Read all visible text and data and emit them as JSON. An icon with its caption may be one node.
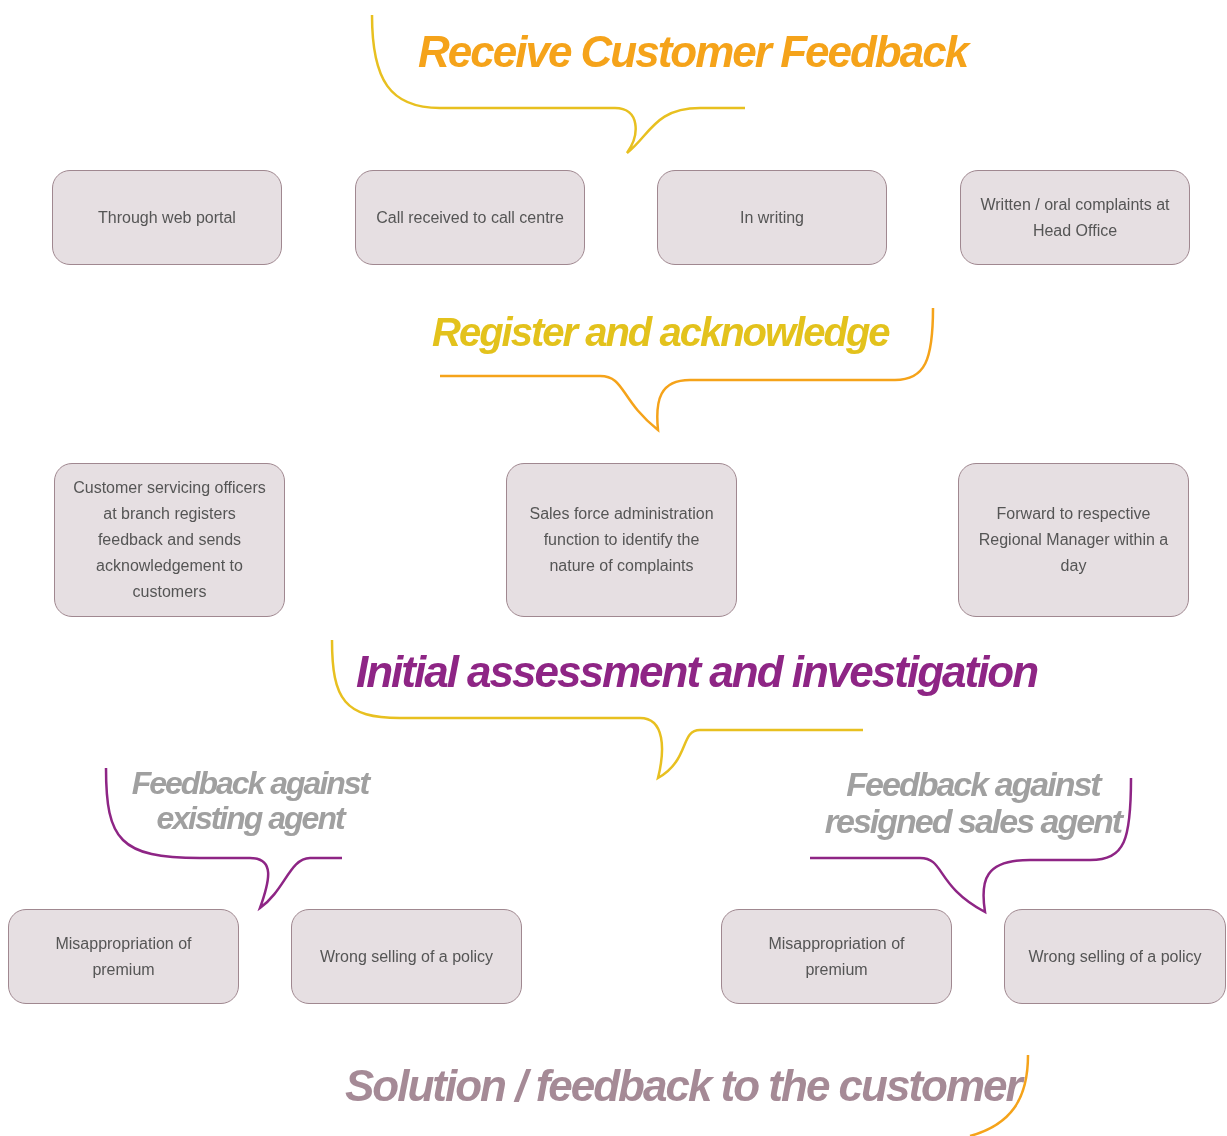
{
  "diagram": {
    "nodes": [
      {
        "text": [
          "Receive Customer Feedback"
        ]
      },
      {
        "text": [
          "Through web portal"
        ]
      },
      {
        "text": [
          "Call received to call centre"
        ]
      },
      {
        "text": [
          "In writing"
        ]
      },
      {
        "text": [
          "Written / oral complaints at Head Office"
        ]
      },
      {
        "text": [
          "Register and acknowledge"
        ]
      },
      {
        "text": [
          "Customer servicing officers at branch registers feedback and sends acknowledgement to customers"
        ]
      },
      {
        "text": [
          "Sales force administration function to identify the nature of complaints"
        ]
      },
      {
        "text": [
          "Forward to respective Regional Manager within a day"
        ]
      },
      {
        "text": [
          "Initial assessment and investigation"
        ]
      },
      {
        "text": [
          "Feedback against existing agent"
        ]
      },
      {
        "text": [
          "Feedback against resigned sales agent"
        ]
      },
      {
        "text": [
          "Misappropriation of premium"
        ]
      },
      {
        "text": [
          "Wrong selling of a policy"
        ]
      },
      {
        "text": [
          "Misappropriation of premium"
        ]
      },
      {
        "text": [
          "Wrong selling of a policy"
        ]
      },
      {
        "text": [
          "Solution / feedback to the customer"
        ]
      }
    ]
  }
}
